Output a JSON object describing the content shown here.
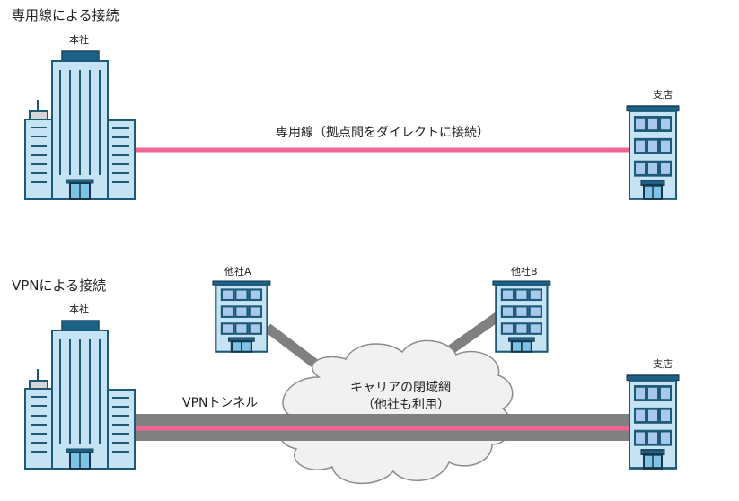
{
  "colors": {
    "building_fill": "#c5e3f3",
    "building_stroke": "#1c5a78",
    "roof": "#1b6188",
    "window": "#a8c8ec",
    "door": "#7cc3e6",
    "antenna_cap": "#d6d6d6",
    "leased_line": "#f06592",
    "tunnel": "#808080",
    "cloud_fill": "#f1f1f1",
    "cloud_stroke": "#8c8c8c"
  },
  "section1": {
    "title": "専用線による接続",
    "hq_label": "本社",
    "branch_label": "支店",
    "line_label": "専用線（拠点間をダイレクトに接続）"
  },
  "section2": {
    "title": "VPNによる接続",
    "hq_label": "本社",
    "branch_label": "支店",
    "other_a_label": "他社A",
    "other_b_label": "他社B",
    "tunnel_label": "VPNトンネル",
    "cloud_line1": "キャリアの閉域網",
    "cloud_line2": "（他社も利用）"
  }
}
